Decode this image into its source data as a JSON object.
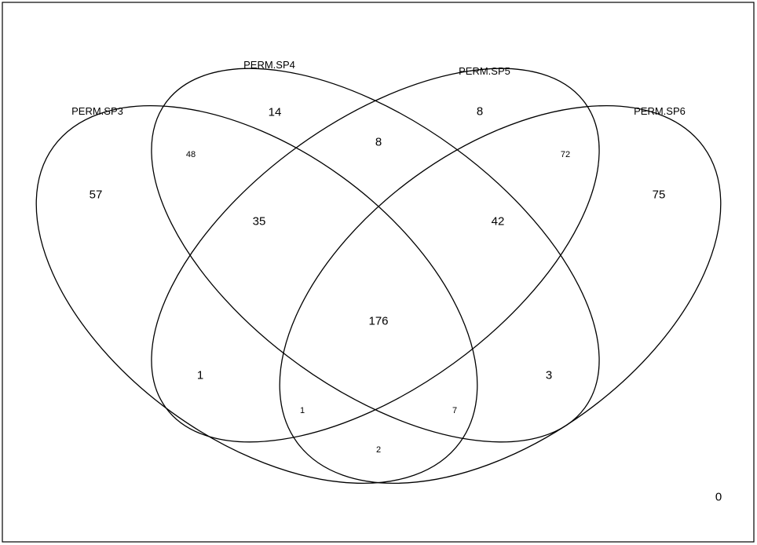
{
  "colors": {
    "stroke": "#000000",
    "background": "#ffffff"
  },
  "sets": [
    "PERM.SP3",
    "PERM.SP4",
    "PERM.SP5",
    "PERM.SP6"
  ],
  "regions": [
    {
      "sets": [
        "PERM.SP3"
      ],
      "count": 57
    },
    {
      "sets": [
        "PERM.SP4"
      ],
      "count": 14
    },
    {
      "sets": [
        "PERM.SP5"
      ],
      "count": 8
    },
    {
      "sets": [
        "PERM.SP6"
      ],
      "count": 75
    },
    {
      "sets": [
        "PERM.SP3",
        "PERM.SP4"
      ],
      "count": 48
    },
    {
      "sets": [
        "PERM.SP4",
        "PERM.SP5"
      ],
      "count": 8
    },
    {
      "sets": [
        "PERM.SP5",
        "PERM.SP6"
      ],
      "count": 72
    },
    {
      "sets": [
        "PERM.SP3",
        "PERM.SP4",
        "PERM.SP5"
      ],
      "count": 35
    },
    {
      "sets": [
        "PERM.SP4",
        "PERM.SP5",
        "PERM.SP6"
      ],
      "count": 42
    },
    {
      "sets": [
        "PERM.SP3",
        "PERM.SP4",
        "PERM.SP5",
        "PERM.SP6"
      ],
      "count": 176
    },
    {
      "sets": [
        "PERM.SP3",
        "PERM.SP5"
      ],
      "count": 1
    },
    {
      "sets": [
        "PERM.SP4",
        "PERM.SP6"
      ],
      "count": 3
    },
    {
      "sets": [
        "PERM.SP3",
        "PERM.SP5",
        "PERM.SP6"
      ],
      "count": 1
    },
    {
      "sets": [
        "PERM.SP3",
        "PERM.SP4",
        "PERM.SP6"
      ],
      "count": 7
    },
    {
      "sets": [
        "PERM.SP3",
        "PERM.SP6"
      ],
      "count": 2
    }
  ],
  "outside_count": 0
}
